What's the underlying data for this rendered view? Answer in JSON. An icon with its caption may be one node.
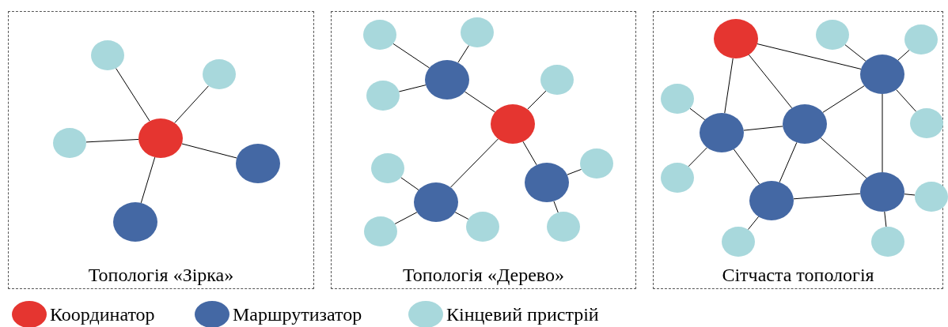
{
  "diagram": {
    "nodes": [
      {
        "text": [
          "Топологія «Зірка»"
        ]
      },
      {
        "text": [],
        "shape": "circle",
        "in": 0
      },
      {
        "text": [],
        "shape": "circle",
        "in": 0
      },
      {
        "text": [],
        "shape": "circle",
        "in": 0
      },
      {
        "text": [],
        "shape": "circle",
        "in": 0
      },
      {
        "text": [],
        "shape": "circle",
        "in": 0
      },
      {
        "text": [],
        "shape": "circle",
        "in": 0
      },
      {
        "text": [
          "Топологія «Дерево»"
        ]
      },
      {
        "text": [],
        "shape": "circle",
        "in": 7
      },
      {
        "text": [],
        "shape": "circle",
        "in": 7
      },
      {
        "text": [],
        "shape": "circle",
        "in": 7
      },
      {
        "text": [],
        "shape": "circle",
        "in": 7
      },
      {
        "text": [],
        "shape": "circle",
        "in": 7
      },
      {
        "text": [],
        "shape": "circle",
        "in": 7
      },
      {
        "text": [],
        "shape": "circle",
        "in": 7
      },
      {
        "text": [],
        "shape": "circle",
        "in": 7
      },
      {
        "text": [],
        "shape": "circle",
        "in": 7
      },
      {
        "text": [],
        "shape": "circle",
        "in": 7
      },
      {
        "text": [],
        "shape": "circle",
        "in": 7
      },
      {
        "text": [],
        "shape": "circle",
        "in": 7
      },
      {
        "text": [],
        "shape": "circle",
        "in": 7
      },
      {
        "text": [
          "Сітчаста топологія"
        ]
      },
      {
        "text": [],
        "shape": "circle",
        "in": 21
      },
      {
        "text": [],
        "shape": "circle",
        "in": 21
      },
      {
        "text": [],
        "shape": "circle",
        "in": 21
      },
      {
        "text": [],
        "shape": "circle",
        "in": 21
      },
      {
        "text": [],
        "shape": "circle",
        "in": 21
      },
      {
        "text": [],
        "shape": "circle",
        "in": 21
      },
      {
        "text": [],
        "shape": "circle",
        "in": 21
      },
      {
        "text": [],
        "shape": "circle",
        "in": 21
      },
      {
        "text": [],
        "shape": "circle",
        "in": 21
      },
      {
        "text": [],
        "shape": "circle",
        "in": 21
      },
      {
        "text": [],
        "shape": "circle",
        "in": 21
      },
      {
        "text": [],
        "shape": "circle",
        "in": 21
      },
      {
        "text": [],
        "shape": "circle",
        "in": 21
      },
      {
        "text": [],
        "shape": "circle",
        "in": 21
      }
    ],
    "edges": [
      {
        "from": 3,
        "to": 1,
        "arrow": "none"
      },
      {
        "from": 3,
        "to": 2,
        "arrow": "none"
      },
      {
        "from": 3,
        "to": 4,
        "arrow": "none"
      },
      {
        "from": 3,
        "to": 5,
        "arrow": "none"
      },
      {
        "from": 3,
        "to": 6,
        "arrow": "none"
      },
      {
        "from": 10,
        "to": 8,
        "arrow": "none"
      },
      {
        "from": 10,
        "to": 9,
        "arrow": "none"
      },
      {
        "from": 10,
        "to": 12,
        "arrow": "none"
      },
      {
        "from": 10,
        "to": 13,
        "arrow": "none"
      },
      {
        "from": 13,
        "to": 11,
        "arrow": "none"
      },
      {
        "from": 13,
        "to": 16,
        "arrow": "none"
      },
      {
        "from": 13,
        "to": 17,
        "arrow": "none"
      },
      {
        "from": 16,
        "to": 14,
        "arrow": "none"
      },
      {
        "from": 16,
        "to": 19,
        "arrow": "none"
      },
      {
        "from": 17,
        "to": 15,
        "arrow": "none"
      },
      {
        "from": 17,
        "to": 18,
        "arrow": "none"
      },
      {
        "from": 17,
        "to": 20,
        "arrow": "none"
      },
      {
        "from": 22,
        "to": 25,
        "arrow": "none"
      },
      {
        "from": 22,
        "to": 27,
        "arrow": "none"
      },
      {
        "from": 22,
        "to": 29,
        "arrow": "none"
      },
      {
        "from": 25,
        "to": 23,
        "arrow": "none"
      },
      {
        "from": 25,
        "to": 24,
        "arrow": "none"
      },
      {
        "from": 25,
        "to": 27,
        "arrow": "none"
      },
      {
        "from": 25,
        "to": 28,
        "arrow": "none"
      },
      {
        "from": 25,
        "to": 31,
        "arrow": "none"
      },
      {
        "from": 29,
        "to": 27,
        "arrow": "none"
      },
      {
        "from": 29,
        "to": 26,
        "arrow": "none"
      },
      {
        "from": 29,
        "to": 30,
        "arrow": "none"
      },
      {
        "from": 29,
        "to": 32,
        "arrow": "none"
      },
      {
        "from": 27,
        "to": 32,
        "arrow": "none"
      },
      {
        "from": 27,
        "to": 31,
        "arrow": "none"
      },
      {
        "from": 32,
        "to": 31,
        "arrow": "none"
      },
      {
        "from": 31,
        "to": 33,
        "arrow": "none"
      },
      {
        "from": 31,
        "to": 35,
        "arrow": "none"
      },
      {
        "from": 32,
        "to": 34,
        "arrow": "none"
      }
    ],
    "legend": [
      {
        "text": "Координатор",
        "color": "#e53530"
      },
      {
        "text": "Маршрутизатор",
        "color": "#4468a4"
      },
      {
        "text": "Кінцевий пристрій",
        "color": "#a8d8dc"
      }
    ]
  }
}
